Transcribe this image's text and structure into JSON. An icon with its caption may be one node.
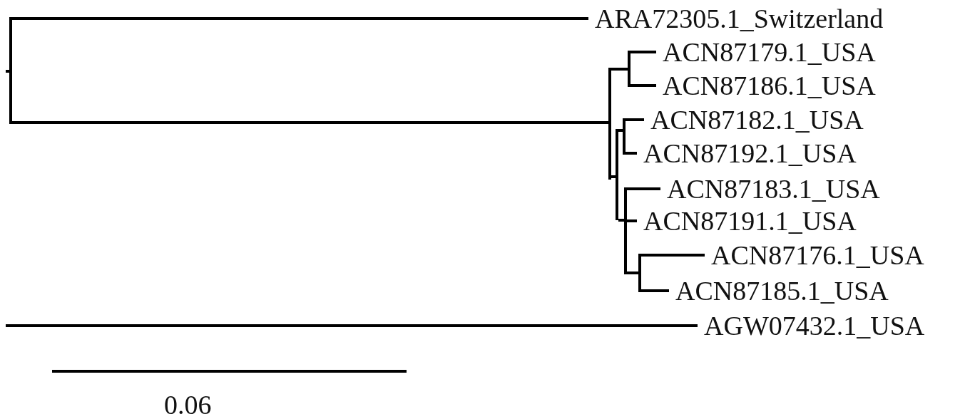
{
  "diagram": {
    "nodes": [
      {
        "text": [],
        "shape": "bar"
      },
      {
        "text": [
          "ARA72305.1_Switzerland"
        ]
      },
      {
        "text": [],
        "shape": "bar"
      },
      {
        "text": [],
        "shape": "bar"
      },
      {
        "text": [
          "ACN87179.1_USA"
        ]
      },
      {
        "text": [
          "ACN87186.1_USA"
        ]
      },
      {
        "text": [],
        "shape": "bar"
      },
      {
        "text": [],
        "shape": "bar"
      },
      {
        "text": [
          "ACN87182.1_USA"
        ]
      },
      {
        "text": [
          "ACN87192.1_USA"
        ]
      },
      {
        "text": [],
        "shape": "bar"
      },
      {
        "text": [
          "ACN87183.1_USA"
        ]
      },
      {
        "text": [
          "ACN87191.1_USA"
        ]
      },
      {
        "text": [],
        "shape": "bar"
      },
      {
        "text": [
          "ACN87176.1_USA"
        ]
      },
      {
        "text": [
          "ACN87185.1_USA"
        ]
      },
      {
        "text": [
          "AGW07432.1_USA"
        ]
      }
    ],
    "edges": [
      {
        "from": null,
        "to": 0,
        "arrow": "none"
      },
      {
        "from": 0,
        "to": 1,
        "arrow": "none"
      },
      {
        "from": 0,
        "to": 2,
        "arrow": "none"
      },
      {
        "from": 2,
        "to": 3,
        "arrow": "none"
      },
      {
        "from": 3,
        "to": 4,
        "arrow": "none"
      },
      {
        "from": 3,
        "to": 5,
        "arrow": "none"
      },
      {
        "from": 2,
        "to": 6,
        "arrow": "none"
      },
      {
        "from": 6,
        "to": 7,
        "arrow": "none"
      },
      {
        "from": 7,
        "to": 8,
        "arrow": "none"
      },
      {
        "from": 7,
        "to": 9,
        "arrow": "none"
      },
      {
        "from": 6,
        "to": 10,
        "arrow": "none"
      },
      {
        "from": 10,
        "to": 11,
        "arrow": "none"
      },
      {
        "from": 10,
        "to": 12,
        "arrow": "none"
      },
      {
        "from": 10,
        "to": 13,
        "arrow": "none"
      },
      {
        "from": 13,
        "to": 14,
        "arrow": "none"
      },
      {
        "from": 13,
        "to": 15,
        "arrow": "none"
      },
      {
        "from": null,
        "to": 16,
        "arrow": "none"
      }
    ],
    "labels": [
      "0.06"
    ]
  }
}
